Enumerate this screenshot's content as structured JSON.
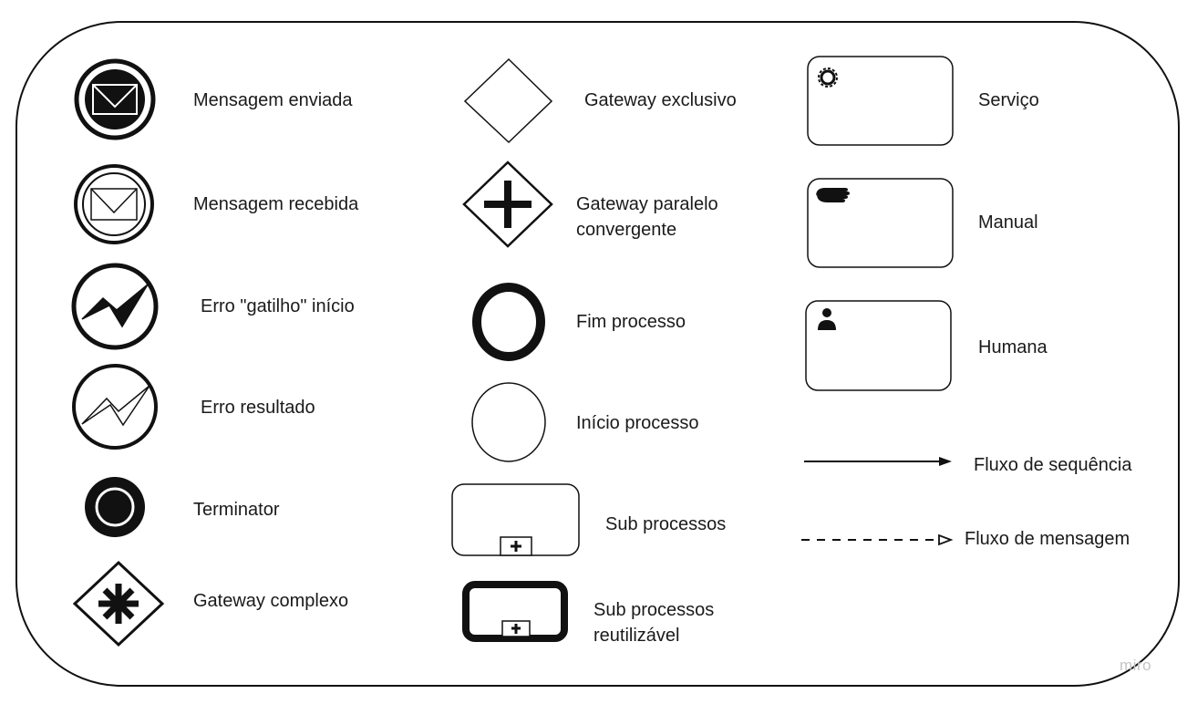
{
  "legend": {
    "col1": {
      "msg_sent": "Mensagem enviada",
      "msg_received": "Mensagem recebida",
      "error_trigger": "Erro \"gatilho\" início",
      "error_result": "Erro resultado",
      "terminator": "Terminator",
      "gateway_complex": "Gateway complexo"
    },
    "col2": {
      "gateway_exclusive": "Gateway exclusivo",
      "gateway_parallel_line1": "Gateway paralelo",
      "gateway_parallel_line2": "convergente",
      "end_process": "Fim processo",
      "start_process": "Início processo",
      "subprocess": "Sub processos",
      "subprocess_reusable_line1": "Sub processos",
      "subprocess_reusable_line2": "reutilizável"
    },
    "col3": {
      "service": "Serviço",
      "manual": "Manual",
      "human": "Humana",
      "sequence_flow": "Fluxo de sequência",
      "message_flow": "Fluxo de mensagem"
    }
  },
  "watermark": "miro",
  "colors": {
    "stroke": "#111111",
    "background": "#ffffff",
    "watermark": "#c4c4c4"
  },
  "icons": [
    "message-throw-icon",
    "message-catch-icon",
    "error-start-icon",
    "error-end-icon",
    "terminate-icon",
    "complex-gateway-icon",
    "exclusive-gateway-icon",
    "parallel-gateway-icon",
    "end-event-icon",
    "start-event-icon",
    "subprocess-icon",
    "call-activity-icon",
    "service-task-icon",
    "manual-task-icon",
    "user-task-icon",
    "sequence-flow-arrow",
    "message-flow-arrow"
  ]
}
